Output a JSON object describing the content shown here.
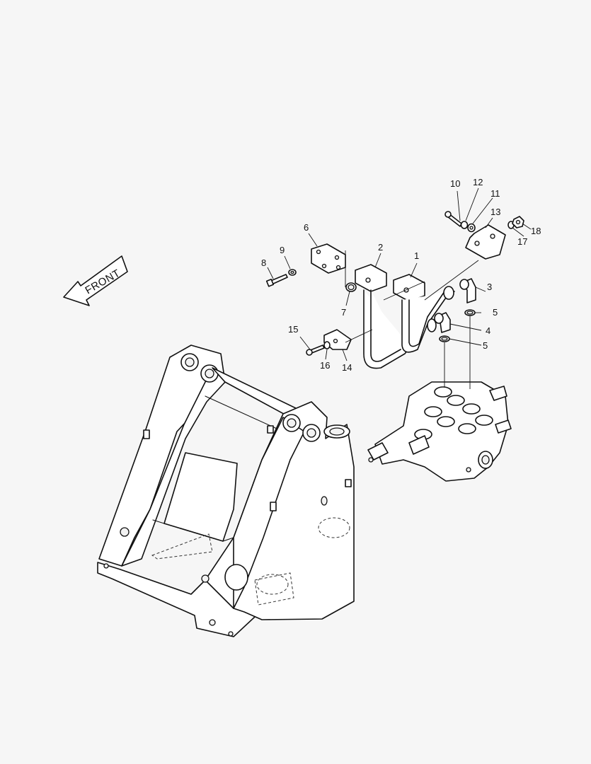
{
  "front_label": "FRONT",
  "callouts": [
    {
      "id": "c1",
      "text": "1"
    },
    {
      "id": "c2",
      "text": "2"
    },
    {
      "id": "c3",
      "text": "3"
    },
    {
      "id": "c4",
      "text": "4"
    },
    {
      "id": "c5a",
      "text": "5"
    },
    {
      "id": "c5b",
      "text": "5"
    },
    {
      "id": "c6",
      "text": "6"
    },
    {
      "id": "c7",
      "text": "7"
    },
    {
      "id": "c8",
      "text": "8"
    },
    {
      "id": "c9",
      "text": "9"
    },
    {
      "id": "c10",
      "text": "10"
    },
    {
      "id": "c11",
      "text": "11"
    },
    {
      "id": "c12",
      "text": "12"
    },
    {
      "id": "c13",
      "text": "13"
    },
    {
      "id": "c14",
      "text": "14"
    },
    {
      "id": "c15",
      "text": "15"
    },
    {
      "id": "c16",
      "text": "16"
    },
    {
      "id": "c17",
      "text": "17"
    },
    {
      "id": "c18",
      "text": "18"
    }
  ]
}
